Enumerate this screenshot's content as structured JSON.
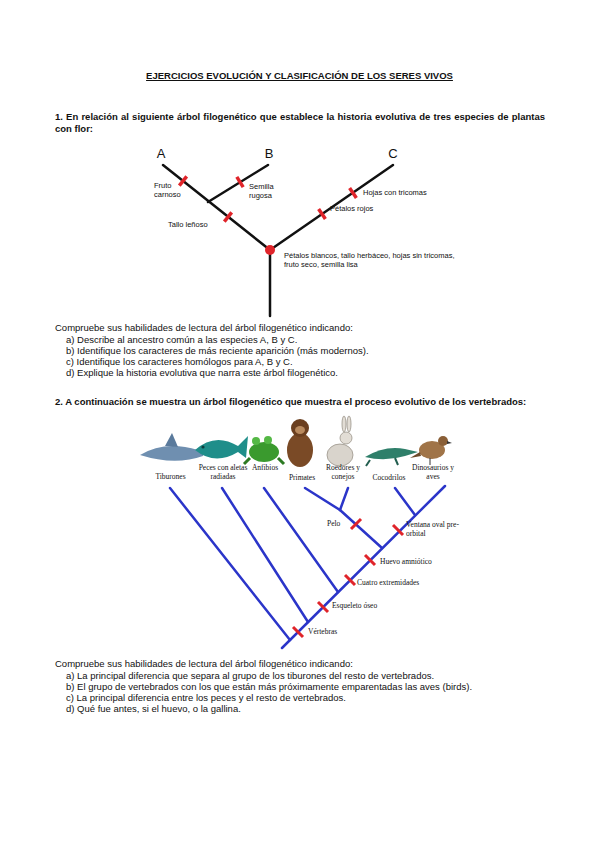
{
  "diagram": {
    "title": "EJERCICIOS EVOLUCIÓN Y CLASIFICACIÓN DE LOS SERES VIVOS",
    "labels": [
      "1. En relación al siguiente árbol filogenético que establece la historia evolutiva de tres especies de plantas con flor:",
      "A",
      "B",
      "C",
      "Fruto carnoso",
      "Semilla rugosa",
      "Hojas con tricomas",
      "Tallo leñoso",
      "Pétalos rojos",
      "Pétalos blancos, tallo herbáceo, hojas sin tricomas, fruto seco, semilla lisa",
      "Compruebe sus habilidades de lectura del árbol filogenético indicando:",
      "a) Describe al ancestro común a las especies A, B y C.",
      "b) Identifique los caracteres de más reciente aparición (más modernos).",
      "c) Identifique los caracteres homólogos para A, B y C.",
      "d) Explique la historia evolutiva que narra este árbol filogenético.",
      "2. A continuación se muestra un árbol filogenético que muestra el proceso evolutivo de los vertebrados:",
      "Tiburones",
      "Peces con aletas radiadas",
      "Anfibios",
      "Primates",
      "Roedores y conejos",
      "Cocodrilos",
      "Dinosaurios y aves",
      "Pelo",
      "Ventana oval pre-orbital",
      "Huevo amniótico",
      "Cuatro extremidades",
      "Esqueleto óseo",
      "Vértebras",
      "Compruebe sus habilidades de lectura del árbol filogenético indicando:",
      "a) La principal diferencia que separa al grupo de los tiburones del resto de vertebrados.",
      "b) El grupo de vertebrados con los que están más próximamente emparentadas las aves (birds).",
      "c) La principal diferencia entre los peces y el resto de vertebrados.",
      "d) Qué fue antes, si el huevo, o la gallina."
    ]
  }
}
